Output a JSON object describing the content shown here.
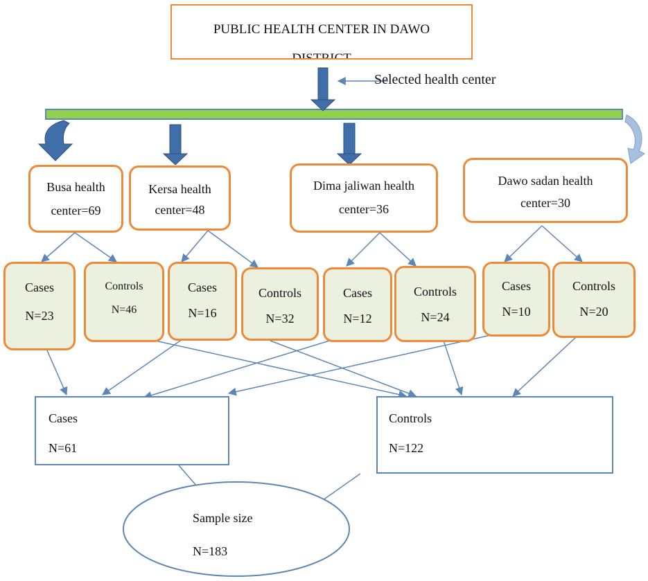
{
  "title": {
    "line1": "PUBLIC HEALTH CENTER IN DAWO",
    "line2": "DISTRICT"
  },
  "selected_label": "Selected health center",
  "colors": {
    "orange": "#ed8a3a",
    "green_bar": "#92d050",
    "sub_fill": "#ebf1de",
    "blue": "#5b86b5",
    "dark_blue": "#3f6ea8"
  },
  "centers": [
    {
      "line1": "Busa health",
      "line2": "center=69"
    },
    {
      "line1": "Kersa health",
      "line2": "center=48"
    },
    {
      "line1": "Dima jaliwan health",
      "line2": "center=36"
    },
    {
      "line1": "Dawo sadan health",
      "line2": "center=30"
    }
  ],
  "subgroups": [
    {
      "label": "Cases",
      "n": "N=23"
    },
    {
      "label": "Controls",
      "n": "N=46"
    },
    {
      "label": "Cases",
      "n": "N=16"
    },
    {
      "label": "Controls",
      "n": "N=32"
    },
    {
      "label": "Cases",
      "n": "N=12"
    },
    {
      "label": "Controls",
      "n": "N=24"
    },
    {
      "label": "Cases",
      "n": "N=10"
    },
    {
      "label": "Controls",
      "n": "N=20"
    }
  ],
  "totals": {
    "cases": {
      "label": "Cases",
      "n": "N=61"
    },
    "controls": {
      "label": "Controls",
      "n": "N=122"
    }
  },
  "sample": {
    "label": "Sample size",
    "n": "N=183"
  }
}
